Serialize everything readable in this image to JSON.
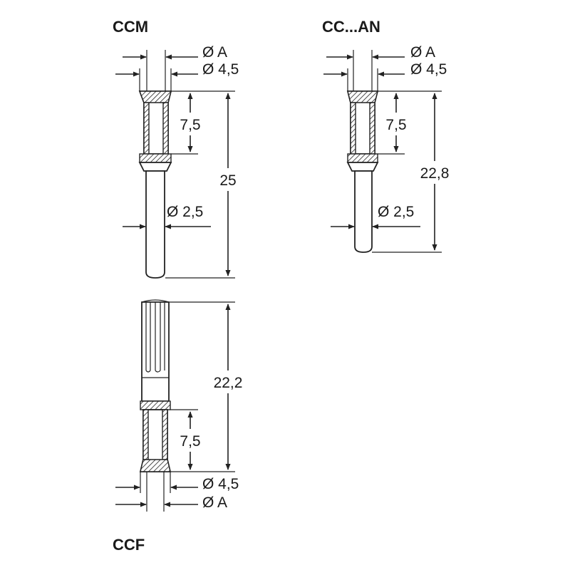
{
  "colors": {
    "line": "#222222",
    "background": "#ffffff",
    "text": "#1a1a1a"
  },
  "ccm": {
    "title": "CCM",
    "dia_a": "Ø A",
    "dia_sleeve": "Ø 4,5",
    "crimp_len": "7,5",
    "total_len": "25",
    "dia_pin": "Ø 2,5"
  },
  "ccan": {
    "title": "CC...AN",
    "dia_a": "Ø A",
    "dia_sleeve": "Ø 4,5",
    "crimp_len": "7,5",
    "total_len": "22,8",
    "dia_pin": "Ø 2,5"
  },
  "ccf": {
    "title": "CCF",
    "socket_len": "22,2",
    "crimp_len": "7,5",
    "dia_sleeve": "Ø 4,5",
    "dia_a": "Ø A"
  }
}
